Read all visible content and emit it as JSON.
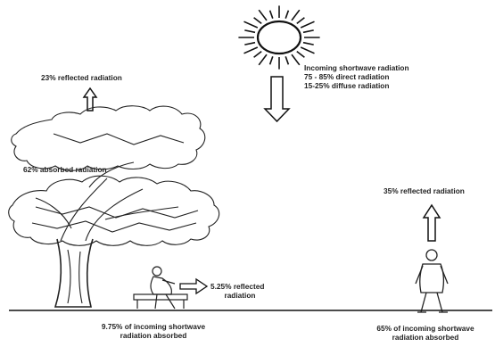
{
  "incoming": {
    "title": "Incoming shortwave radiation",
    "direct": "75 - 85% direct radiation",
    "diffuse": "15-25% diffuse radiation"
  },
  "tree": {
    "reflected": "23% reflected radiation",
    "absorbed": "62% absorbed radiation",
    "under_canopy_line1": "9.75% of incoming shortwave",
    "under_canopy_line2": "radiation absorbed"
  },
  "bench": {
    "reflected_line1": "5.25% reflected",
    "reflected_line2": "radiation"
  },
  "open_area": {
    "reflected": "35% reflected radiation",
    "absorbed_line1": "65% of incoming shortwave",
    "absorbed_line2": "radiation absorbed"
  }
}
